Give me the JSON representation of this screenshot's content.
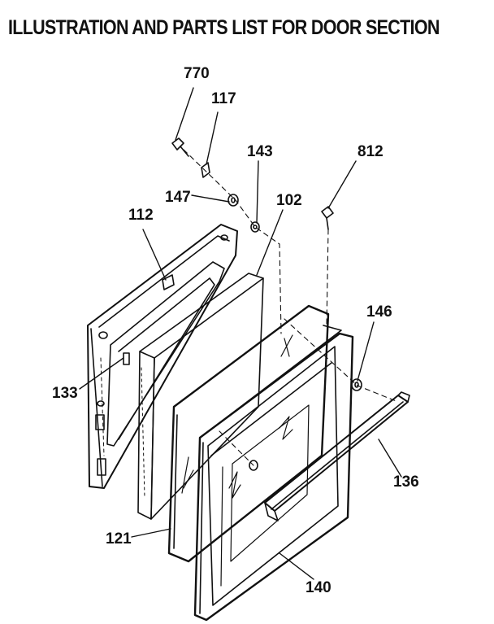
{
  "title": "ILLUSTRATION AND PARTS LIST FOR DOOR SECTION",
  "callouts": {
    "p770": "770",
    "p117": "117",
    "p143": "143",
    "p812": "812",
    "p147": "147",
    "p102": "102",
    "p112": "112",
    "p146": "146",
    "p133": "133",
    "p136": "136",
    "p121": "121",
    "p140": "140"
  }
}
